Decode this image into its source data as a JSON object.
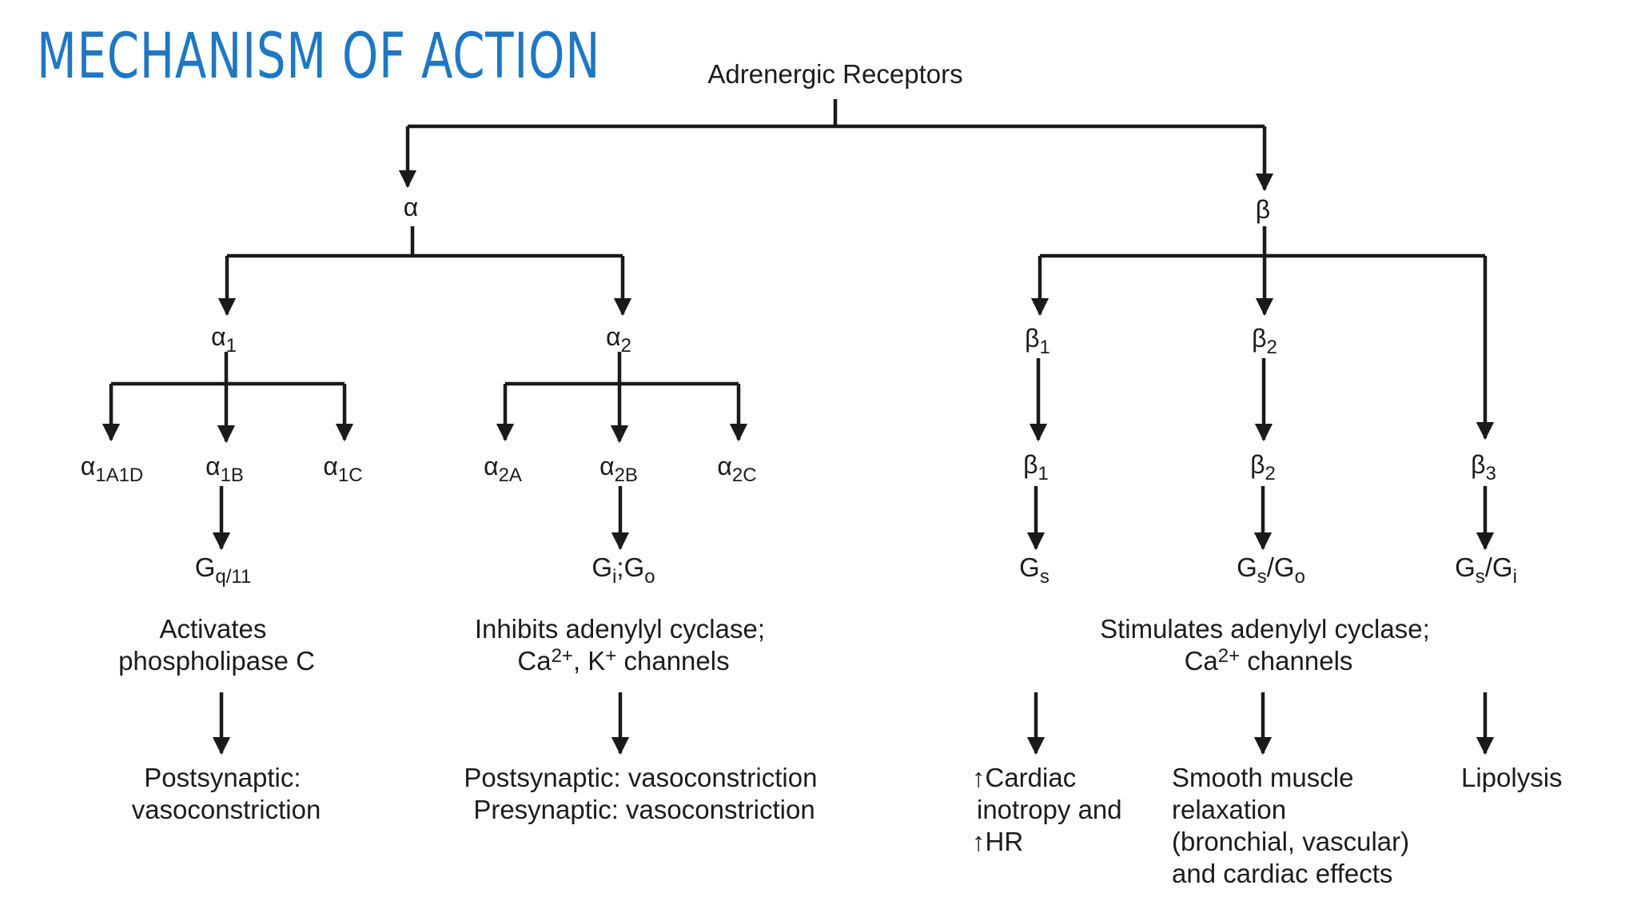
{
  "title": "MECHANISM OF ACTION",
  "root": "Adrenergic Receptors",
  "alpha": {
    "label": "α",
    "a1": {
      "letter": "α",
      "sub": "1",
      "subtypes": [
        {
          "letter": "α",
          "sub": "1A1D"
        },
        {
          "letter": "α",
          "sub": "1B"
        },
        {
          "letter": "α",
          "sub": "1C"
        }
      ],
      "protein": {
        "main": "G",
        "sub": "q/11"
      },
      "effect": [
        "Activates",
        "phospholipase C"
      ],
      "outcome": [
        "Postsynaptic:",
        "vasoconstriction"
      ]
    },
    "a2": {
      "letter": "α",
      "sub": "2",
      "subtypes": [
        {
          "letter": "α",
          "sub": "2A"
        },
        {
          "letter": "α",
          "sub": "2B"
        },
        {
          "letter": "α",
          "sub": "2C"
        }
      ],
      "protein": {
        "g1": "G",
        "s1": "i",
        "mid": ";G",
        "s2": "o"
      },
      "effect": {
        "line1": "Inhibits adenylyl cyclase;",
        "ca": "Ca",
        "ca_sup": "2+",
        "k": ", K",
        "k_sup": "+",
        "rest": " channels"
      },
      "outcome": [
        "Postsynaptic: vasoconstriction",
        "Presynaptic: vasoconstriction"
      ]
    }
  },
  "beta": {
    "label": "β",
    "b1": {
      "letter": "β",
      "sub": "1",
      "sub_level": {
        "letter": "β",
        "sub": "1"
      },
      "protein": {
        "main": "G",
        "sub": "s"
      }
    },
    "b2": {
      "letter": "β",
      "sub": "2",
      "sub_level": {
        "letter": "β",
        "sub": "2"
      },
      "protein": {
        "g1": "G",
        "s1": "s",
        "mid": "/G",
        "s2": "o"
      }
    },
    "b3": {
      "sub_level": {
        "letter": "β",
        "sub": "3"
      },
      "protein": {
        "g1": "G",
        "s1": "s",
        "mid": "/G",
        "s2": "i"
      }
    },
    "effect": {
      "line1": "Stimulates adenylyl cyclase;",
      "ca": "Ca",
      "ca_sup": "2+",
      "rest": " channels"
    },
    "outcomes": {
      "b1": {
        "arrow": "↑",
        "l1": "Cardiac",
        "l2": "inotropy and",
        "l3": "HR"
      },
      "b2": [
        "Smooth muscle",
        "relaxation",
        "(bronchial, vascular)",
        "and cardiac effects"
      ],
      "b3": "Lipolysis"
    }
  }
}
